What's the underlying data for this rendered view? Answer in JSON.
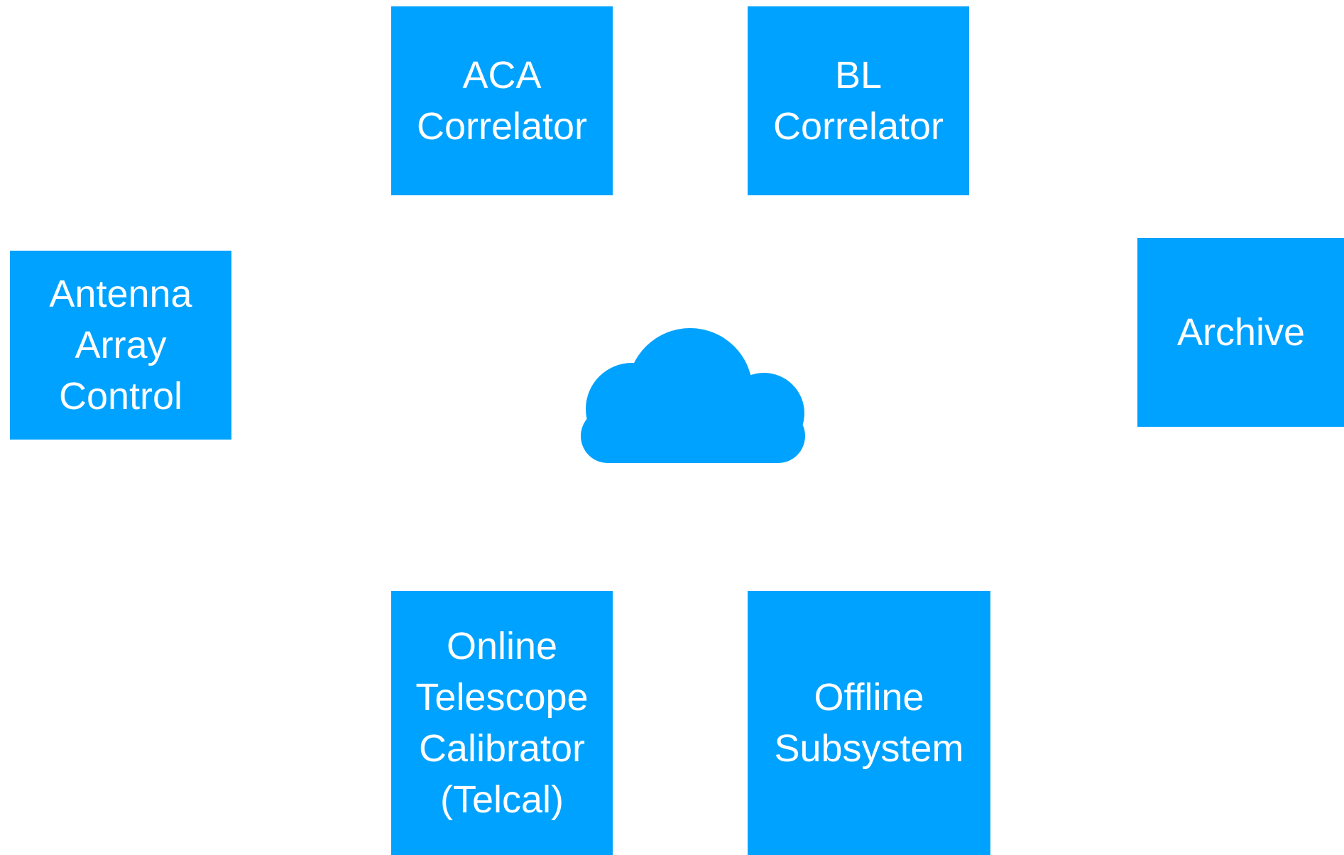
{
  "colors": {
    "box_fill": "#00a2ff",
    "text": "#ffffff",
    "background": "#ffffff"
  },
  "center": {
    "icon": "cloud-icon"
  },
  "boxes": {
    "aca_correlator": {
      "label": "ACA\nCorrelator"
    },
    "bl_correlator": {
      "label": "BL\nCorrelator"
    },
    "antenna_array_control": {
      "label": "Antenna\nArray\nControl"
    },
    "archive": {
      "label": "Archive"
    },
    "telcal": {
      "label": "Online\nTelescope\nCalibrator\n(Telcal)"
    },
    "offline_subsystem": {
      "label": "Offline\nSubsystem"
    }
  }
}
